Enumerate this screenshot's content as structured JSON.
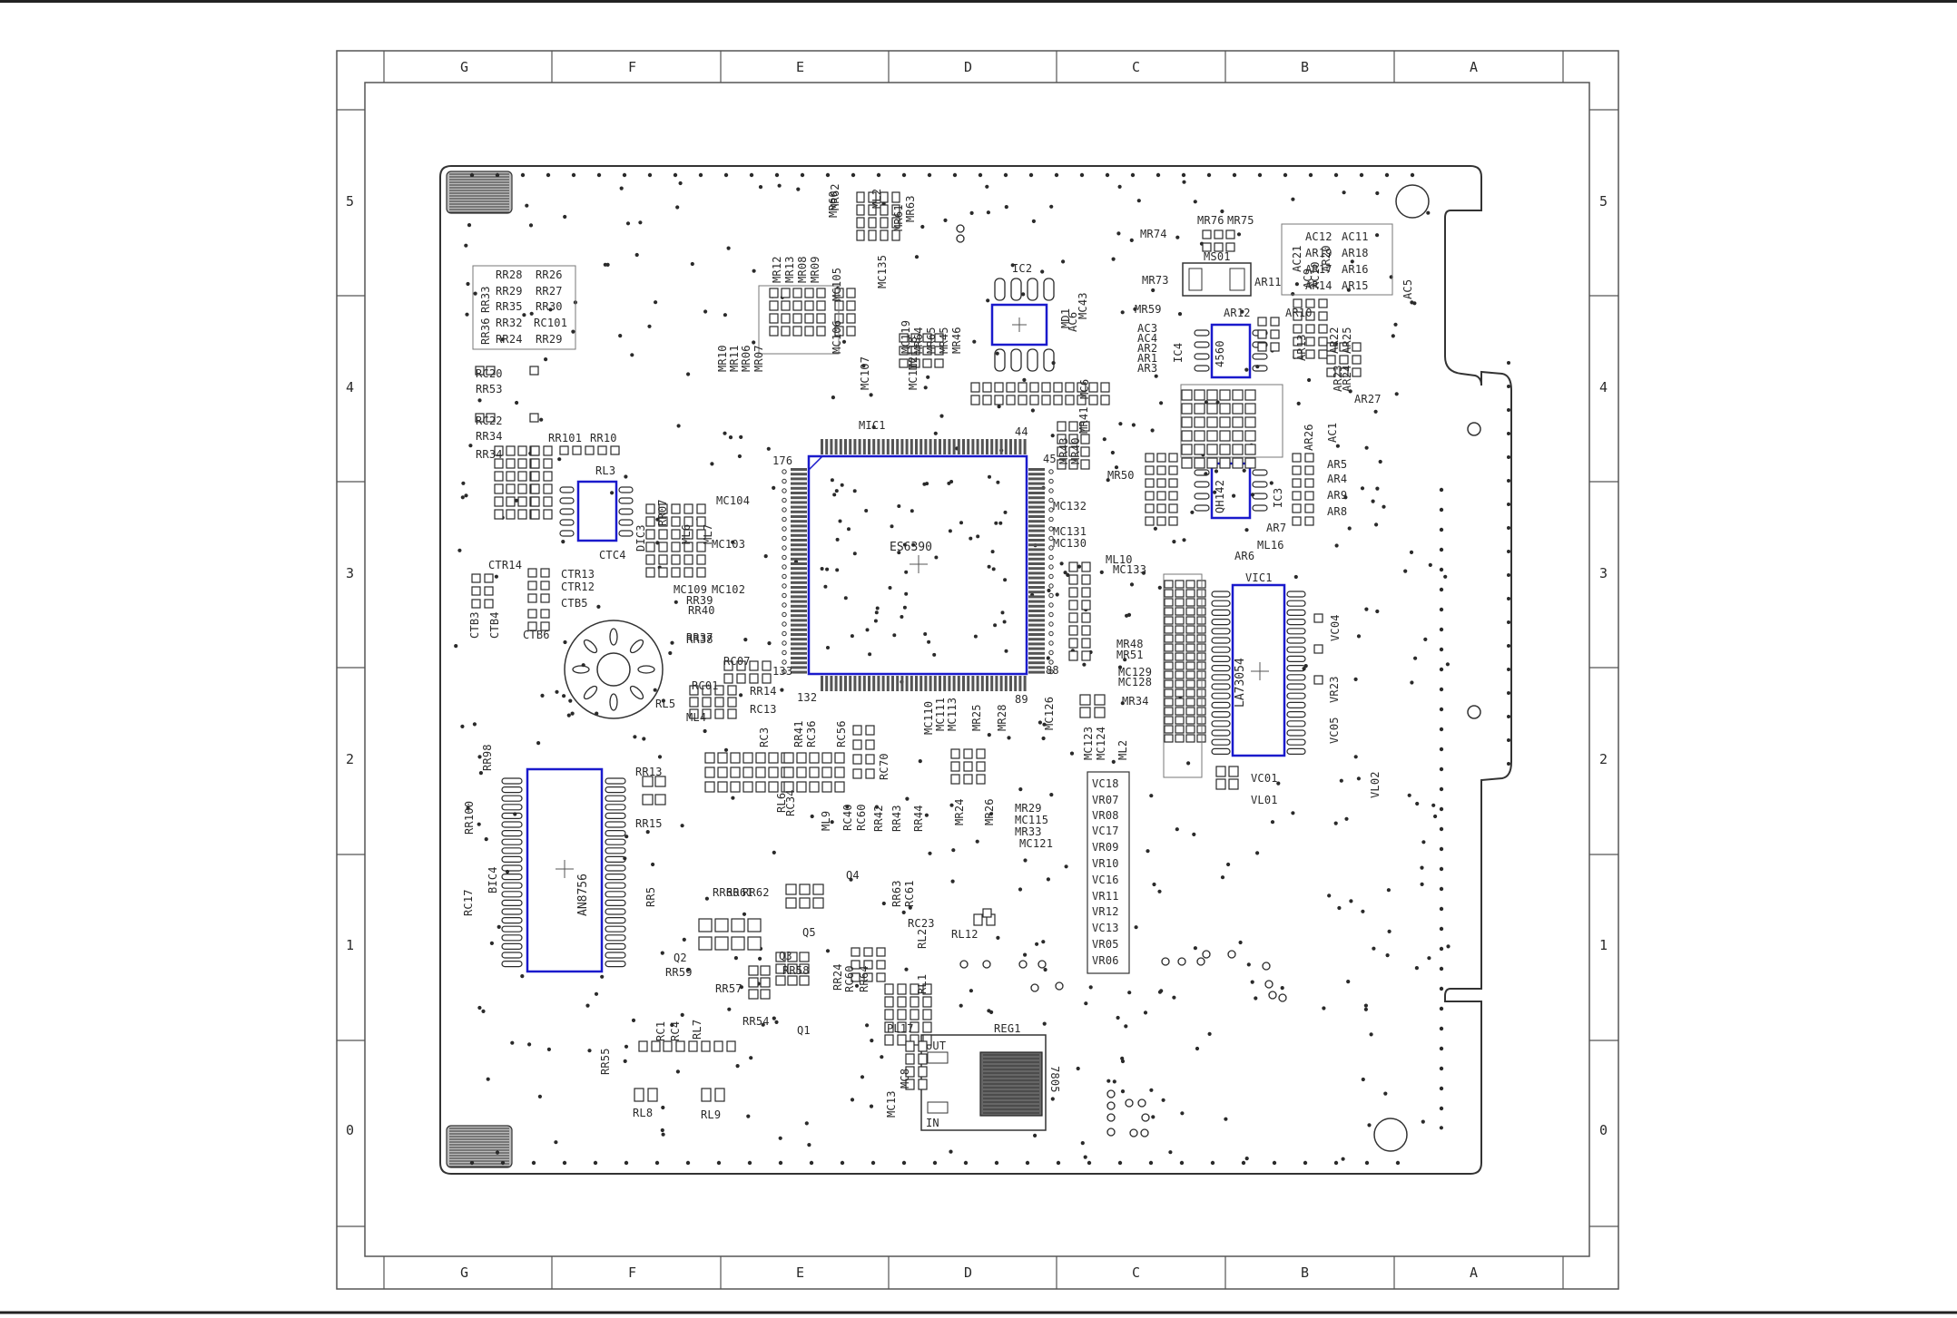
{
  "drawing": {
    "columns": [
      "G",
      "F",
      "E",
      "D",
      "C",
      "B",
      "A"
    ],
    "rows": [
      "5",
      "4",
      "3",
      "2",
      "1",
      "0"
    ]
  },
  "colors": {
    "line": "#2a2a2a",
    "ic_outline": "#1a1acc",
    "pad_fill": "#dddddd",
    "background": "#ffffff"
  },
  "ics": {
    "mic1": {
      "ref": "MIC1",
      "part": "ES6390",
      "pins": [
        "176",
        "44",
        "45",
        "88",
        "89",
        "132",
        "133"
      ]
    },
    "vic1": {
      "ref": "VIC1",
      "part": "LA73054"
    },
    "bic4": {
      "ref": "BIC4",
      "part": "AN8756"
    },
    "ic2": {
      "ref": "IC2"
    },
    "ic3": {
      "ref": "IC3",
      "part": "QH142"
    },
    "ic4": {
      "ref": "IC4",
      "part": "4560"
    },
    "reg1": {
      "ref": "REG1",
      "part": "7805",
      "out": "OUT",
      "in": "IN"
    },
    "ms01": {
      "ref": "MS01"
    }
  },
  "labels": {
    "rr_block": [
      "RR28",
      "RR26",
      "RR33",
      "RR27",
      "RR29",
      "RR35",
      "RR30",
      "RR36",
      "RR32",
      "RC101",
      "RR24",
      "RR29"
    ],
    "left_col": [
      "RC20",
      "RR53",
      "RC22",
      "RR34",
      "RR101",
      "RR10",
      "RL3",
      "RR34",
      "CTC4",
      "CTR14",
      "CTR13",
      "CTR12",
      "CTB5",
      "CTB3",
      "CTB4",
      "CTB6"
    ],
    "top_mid": [
      "MR12",
      "MR13",
      "MR08",
      "MR09",
      "MR10",
      "MR11",
      "MR06",
      "MR07",
      "MC106",
      "MR60",
      "MR62",
      "MC105",
      "MC135",
      "ML2",
      "MR61",
      "MR63",
      "MC107",
      "MC112",
      "MC118",
      "MC119",
      "MR64",
      "MR65",
      "MR45",
      "MR46"
    ],
    "top_right": [
      "MR74",
      "MR76",
      "MR75",
      "MR73",
      "MR59",
      "AC12",
      "AC11",
      "AC21",
      "AR19",
      "AR18",
      "AC9",
      "AR17",
      "AR16",
      "AC10",
      "AR14",
      "AR15",
      "AR20",
      "AC5",
      "AR11",
      "AR12",
      "AR10",
      "AR13",
      "AR22",
      "AR25",
      "AR23",
      "AR24",
      "AR27",
      "AC3",
      "AC4",
      "AR2",
      "AR1",
      "AR3",
      "AC6",
      "MC43",
      "MD1",
      "MC6",
      "MC96"
    ],
    "center": [
      "MR43",
      "MR40",
      "MR41",
      "MR50",
      "MC132",
      "MC131",
      "MC130",
      "ML10",
      "MC133",
      "MR48",
      "MR51",
      "MC129",
      "MC128",
      "MR34",
      "MC126",
      "MC123",
      "MC124",
      "ML2"
    ],
    "right_mid": [
      "AR26",
      "AC1",
      "AR5",
      "AR4",
      "AR9",
      "AR8",
      "AR7",
      "ML16",
      "AR6",
      "VC04",
      "VR23",
      "VC05",
      "VC01",
      "VL01",
      "VL02"
    ],
    "mid_left": [
      "MC104",
      "RR07",
      "ML6",
      "ML7",
      "MC103",
      "DIC3",
      "MC109",
      "MC102",
      "RR39",
      "RR40",
      "RR37",
      "RR38",
      "RC07",
      "RR14",
      "RC01",
      "RC13",
      "RL5",
      "ML4"
    ],
    "lower_mid": [
      "RC3",
      "RC36",
      "RR41",
      "RC56",
      "RC70",
      "MC110",
      "MC111",
      "MC113",
      "MR25",
      "MR28",
      "MR29",
      "MC115",
      "MR33",
      "MC121",
      "MR26",
      "MR24",
      "RR44",
      "RR43",
      "RR42",
      "RC34",
      "RL6",
      "ML9",
      "RC40",
      "RC60"
    ],
    "vc_column": [
      "VC18",
      "VR07",
      "VR08",
      "VC17",
      "VR09",
      "VR10",
      "VC16",
      "VR11",
      "VR12",
      "VC13",
      "VR05",
      "VR06"
    ],
    "bottom_left": [
      "RR98",
      "RR13",
      "RR15",
      "RR100",
      "RC17",
      "RR5",
      "RR60",
      "RR61",
      "RR62",
      "Q2",
      "RR59",
      "Q3",
      "RR58",
      "RR57",
      "RR54",
      "Q1",
      "Q4",
      "Q5",
      "RR63",
      "RC61",
      "RC23",
      "RL12",
      "RR24",
      "RC60",
      "RR64",
      "RL2",
      "RL1",
      "RR55",
      "RC1",
      "RC4",
      "RL7",
      "RL8",
      "RL9",
      "PL17",
      "MC13",
      "MC8"
    ]
  }
}
